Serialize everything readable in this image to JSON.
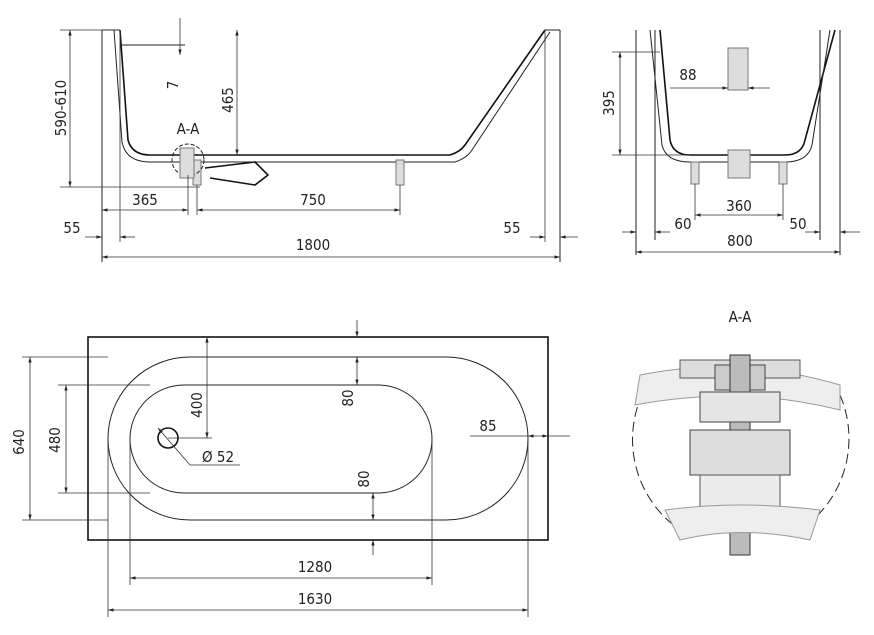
{
  "side_view": {
    "height_range": "590-610",
    "rim_offset": "7",
    "inner_depth": "465",
    "section_label": "A-A",
    "drain_offset": "365",
    "feet_spacing": "750",
    "left_margin": "55",
    "right_margin": "55",
    "total_length": "1800"
  },
  "end_view": {
    "inner_depth": "395",
    "overflow_width": "88",
    "left_margin": "60",
    "feet_spacing": "360",
    "right_margin": "50",
    "total_width": "800"
  },
  "plan_view": {
    "outer_width": "640",
    "inner_width": "480",
    "drain_depth": "400",
    "top_rim": "80",
    "bottom_rim": "80",
    "end_rim": "85",
    "drain_diameter": "Ø 52",
    "inner_length": "1280",
    "outer_length": "1630"
  },
  "detail_view": {
    "section_label": "A-A"
  }
}
